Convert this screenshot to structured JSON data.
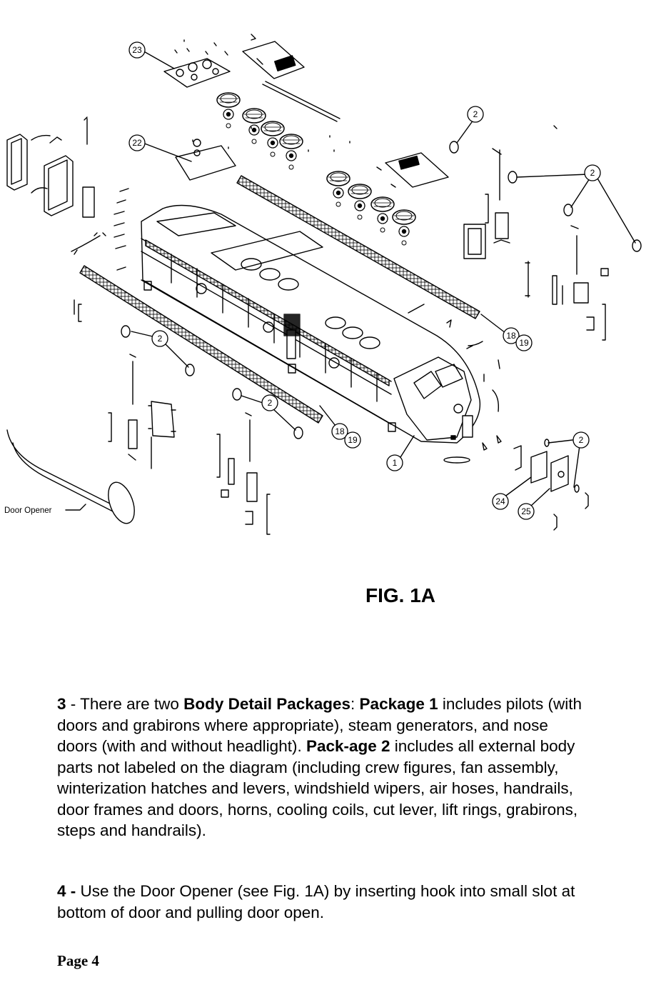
{
  "diagram": {
    "callouts": {
      "c23": "23",
      "c22": "22",
      "c2": "2",
      "c18": "18",
      "c19": "19",
      "c1": "1",
      "c24": "24",
      "c25": "25"
    },
    "door_opener_label": "Door Opener"
  },
  "figure": {
    "caption": "FIG. 1A"
  },
  "step3": {
    "num": "3",
    "t1": " - There are two ",
    "b1": "Body Detail Packages",
    "t2": ":  ",
    "b2": "Package 1",
    "t3": " includes pilots (with doors and grabirons where appropriate), steam generators, and nose doors (with and without headlight).  ",
    "b3": "Pack-age 2",
    "t4": " includes all external body parts not labeled on the diagram (including crew figures, fan assembly, winterization hatches and levers, windshield wipers, air hoses, handrails, door frames and doors, horns, cooling coils, cut lever, lift rings, grabirons, steps and handrails)."
  },
  "step4": {
    "num": "4 -",
    "text": " Use the Door Opener (see Fig. 1A) by inserting hook into small slot at bottom of door and pulling door open."
  },
  "footer": {
    "page": "Page 4"
  }
}
